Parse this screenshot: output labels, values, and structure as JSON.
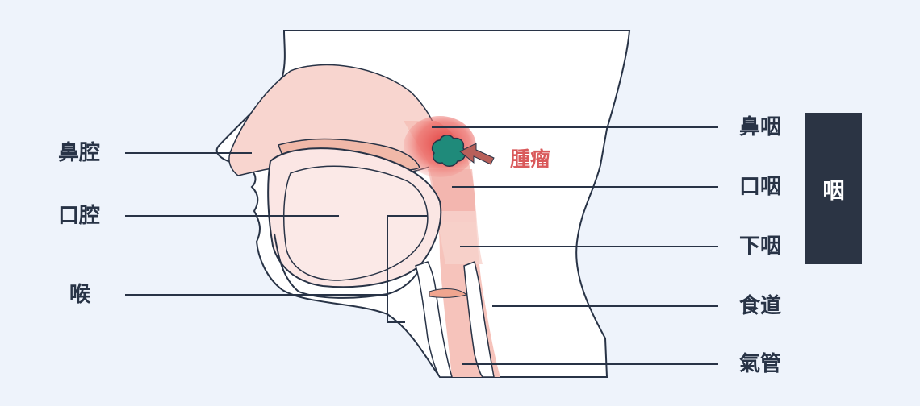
{
  "labels": {
    "nasal_cavity": "鼻腔",
    "oral_cavity": "口腔",
    "larynx": "喉",
    "nasopharynx": "鼻咽",
    "oropharynx": "口咽",
    "hypopharynx": "下咽",
    "esophagus": "食道",
    "trachea": "氣管",
    "tumor": "腫瘤",
    "pharynx": "咽"
  },
  "colors": {
    "background": "#eef3fb",
    "outline": "#283346",
    "tissue_pink": "#f5c6c0",
    "tumor_red": "#e64a4a",
    "tumor_mass": "#1f8a7a",
    "arrow": "#b8605a",
    "pharynx_box": "#2b3444"
  }
}
